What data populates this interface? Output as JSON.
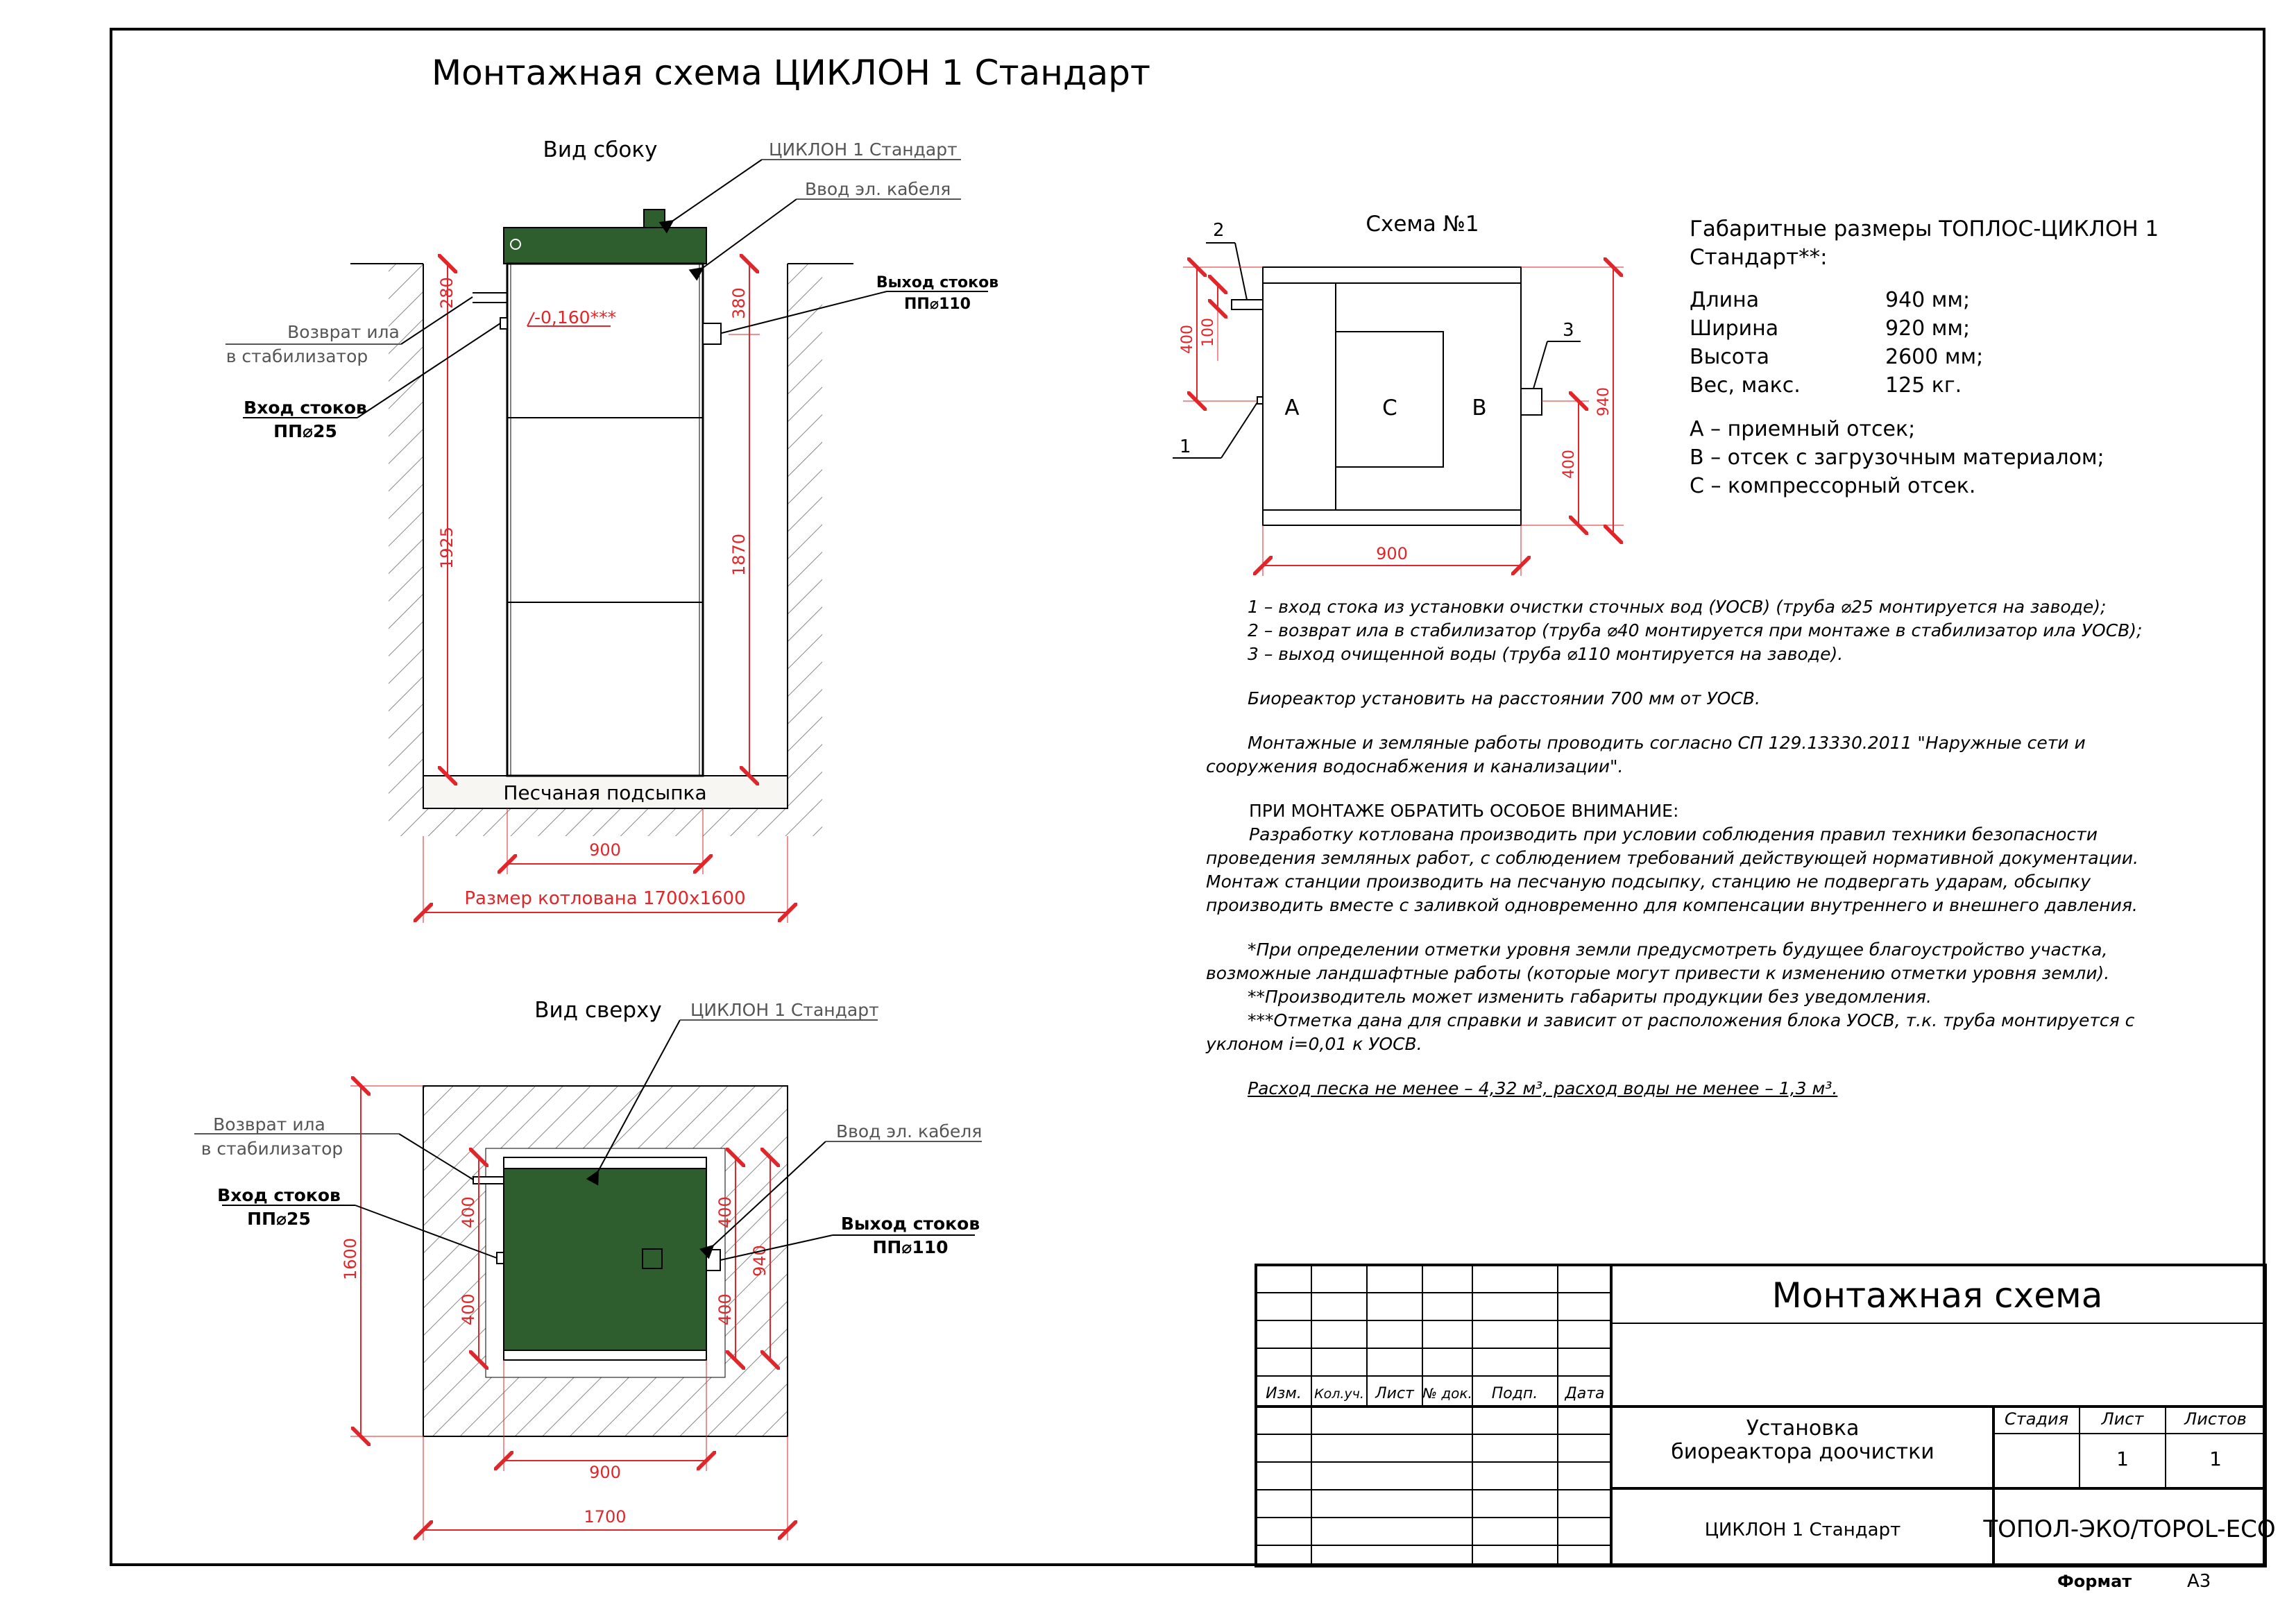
{
  "title": "Монтажная схема ЦИКЛОН 1 Стандарт",
  "side_view": {
    "heading": "Вид сбоку",
    "callout_unit": "ЦИКЛОН 1 Стандарт",
    "callout_cable": "Ввод эл. кабеля",
    "return_sludge": [
      "Возврат ила",
      "в стабилизатор"
    ],
    "inlet": [
      "Вход стоков",
      "ПП⌀25"
    ],
    "outlet": [
      "Выход стоков",
      "ПП⌀110"
    ],
    "elevation": "-0,160***",
    "sand_bed": "Песчаная подсыпка",
    "dim_280": "280",
    "dim_380": "380",
    "dim_1925": "1925",
    "dim_1870": "1870",
    "dim_900": "900",
    "pit_size": "Размер котлована 1700х1600"
  },
  "top_view": {
    "heading": "Вид сверху",
    "callout_unit": "ЦИКЛОН 1 Стандарт",
    "callout_cable": "Ввод эл. кабеля",
    "return_sludge": [
      "Возврат ила",
      "в стабилизатор"
    ],
    "inlet": [
      "Вход стоков",
      "ПП⌀25"
    ],
    "outlet": [
      "Выход стоков",
      "ПП⌀110"
    ],
    "dim_400_left_top": "400",
    "dim_400_left_bottom": "400",
    "dim_400_right_top": "400",
    "dim_400_right_bottom": "400",
    "dim_940": "940",
    "dim_1600": "1600",
    "dim_900": "900",
    "dim_1700": "1700"
  },
  "scheme": {
    "heading": "Схема №1",
    "label_a": "A",
    "label_c": "C",
    "label_b": "B",
    "marker_1": "1",
    "marker_2": "2",
    "marker_3": "3",
    "dim_400_left": "400",
    "dim_100": "100",
    "dim_400_right": "400",
    "dim_940": "940",
    "dim_900": "900"
  },
  "dimensions": {
    "title": "Габаритные размеры ТОПЛОС-ЦИКЛОН 1 Стандарт**:",
    "rows": [
      {
        "k": "Длина",
        "v": "940 мм;"
      },
      {
        "k": "Ширина",
        "v": "920 мм;"
      },
      {
        "k": "Высота",
        "v": "2600 мм;"
      },
      {
        "k": "Вес, макс.",
        "v": "125 кг."
      }
    ],
    "legend": [
      "А – приемный отсек;",
      "В – отсек с загрузочным материалом;",
      "С – компрессорный отсек."
    ]
  },
  "notes": {
    "items": [
      "1 – вход стока из установки очистки сточных вод (УОСВ) (труба ⌀25 монтируется на заводе);",
      "2 – возврат ила в стабилизатор (труба ⌀40 монтируется при монтаже в стабилизатор ила УОСВ);",
      "3 – выход очищенной воды (труба ⌀110 монтируется на заводе)."
    ],
    "distance": "Биореактор установить на расстоянии 700 мм от УОСВ.",
    "works": "Монтажные и земляные работы проводить согласно СП 129.13330.2011 \"Наружные сети и сооружения водоснабжения и канализации\".",
    "attention_heading": "ПРИ МОНТАЖЕ ОБРАТИТЬ ОСОБОЕ ВНИМАНИЕ:",
    "attention_text": "Разработку котлована производить при условии соблюдения правил техники безопасности проведения земляных работ, с соблюдением требований действующей нормативной документации. Монтаж станции производить на песчаную подсыпку, станцию не подвергать ударам, обсыпку производить вместе с заливкой одновременно для компенсации внутреннего и внешнего давления.",
    "footnote1": "*При определении отметки уровня земли предусмотреть будущее благоустройство участка, возможные ландшафтные работы (которые могут привести к изменению отметки уровня земли).",
    "footnote2": "**Производитель может изменить габариты продукции без уведомления.",
    "footnote3": "***Отметка дана для справки и зависит от расположения блока УОСВ, т.к. труба монтируется с уклоном i=0,01 к УОСВ.",
    "consumption": "Расход песка не менее – 4,32 м³, расход воды не менее – 1,3 м³."
  },
  "title_block": {
    "drawing_name": "Монтажная схема",
    "headers": [
      "Изм.",
      "Кол.уч.",
      "Лист",
      "№ док.",
      "Подп.",
      "Дата"
    ],
    "object_line1": "Установка",
    "object_line2": "биореактора доочистки",
    "stage_label": "Стадия",
    "sheet_label": "Лист",
    "sheets_label": "Листов",
    "sheet": "1",
    "sheets": "1",
    "product": "ЦИКЛОН 1 Стандарт",
    "company": "ТОПОЛ-ЭКО/TOPOL-ECO",
    "format_label": "Формат",
    "format_value": "А3"
  },
  "colors": {
    "unit_green": "#2e5e2e",
    "dimension_red": "#e0262a",
    "soil_hatch": "#777777"
  }
}
